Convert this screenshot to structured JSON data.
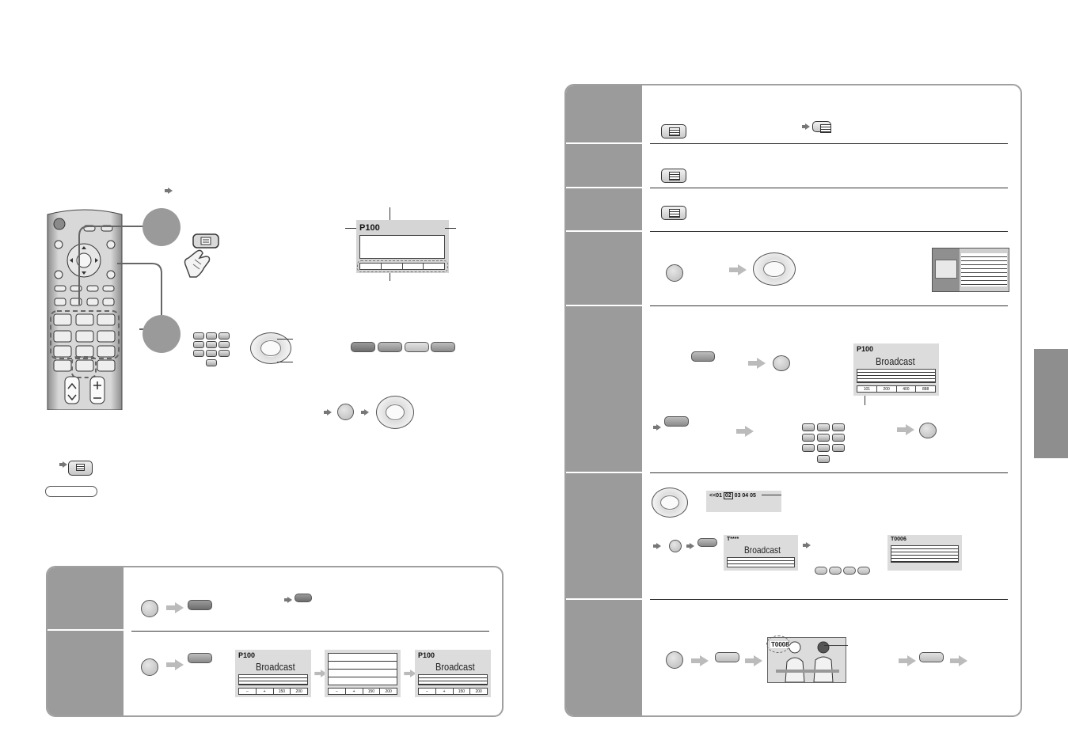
{
  "screen_p100": {
    "page": "P100"
  },
  "bottom_left_panel": {
    "row2_screens": [
      {
        "page": "P100",
        "title": "Broadcast",
        "bar": [
          "–",
          "+",
          "150",
          "200"
        ]
      },
      {
        "page": "",
        "title": "",
        "bar": [
          "–",
          "+",
          "150",
          "200"
        ]
      },
      {
        "page": "P100",
        "title": "Broadcast",
        "bar": [
          "–",
          "+",
          "150",
          "200"
        ]
      }
    ]
  },
  "right_panel": {
    "fastext_screen": {
      "page": "P100",
      "title": "Broadcast",
      "bar": [
        "101",
        "200",
        "400",
        "888"
      ]
    },
    "subpage_strip": {
      "prefix": "<<01",
      "selected": "02",
      "rest": "03 04 05"
    },
    "search_screen": {
      "page": "T****",
      "title": "Broadcast"
    },
    "result_screen": {
      "page": "T0006"
    },
    "update_screen": {
      "page": "T0008"
    }
  },
  "colors": {
    "panel_gray": "#9b9b9b",
    "border_gray": "#a0a0a0",
    "side_tab": "#8e8e8e"
  },
  "icons": [
    "teletext-button-icon",
    "hand-press-icon",
    "remote-control-icon",
    "numeric-keypad-icon",
    "dpad-icon",
    "tv-mode-icon"
  ]
}
